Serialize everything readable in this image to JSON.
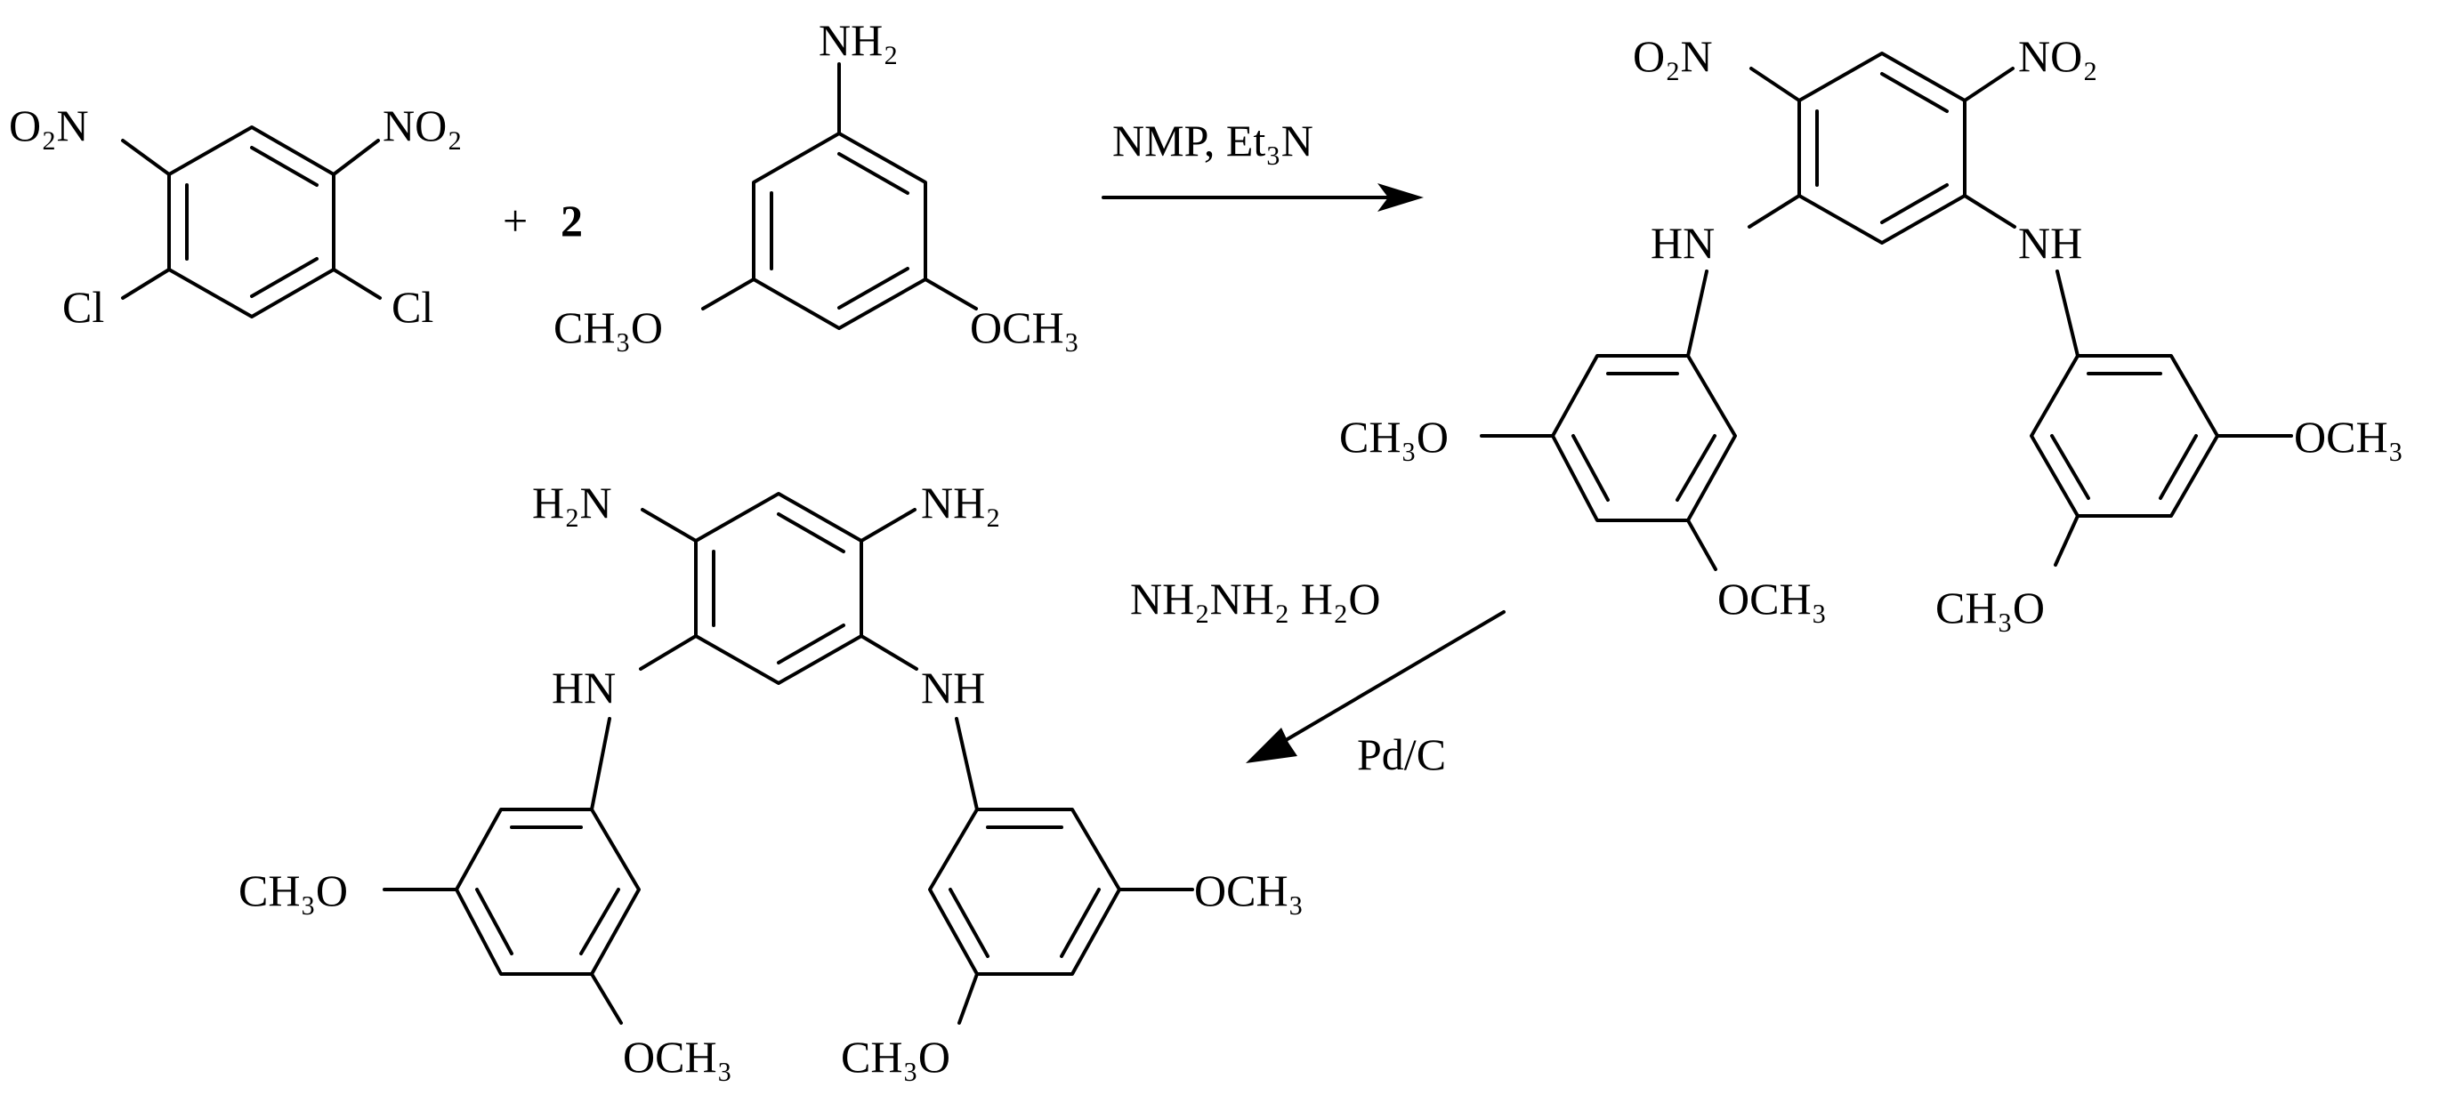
{
  "reactant1": {
    "no2_left": "O₂N",
    "no2_right": "NO₂",
    "cl_left": "Cl",
    "cl_right": "Cl"
  },
  "plus": "+",
  "coefficient": "2",
  "reactant2": {
    "nh2": "NH₂",
    "och3_left": "CH₃O",
    "och3_right": "OCH₃"
  },
  "step1": {
    "reagents": "NMP, Et₃N"
  },
  "intermediate": {
    "no2_left": "O₂N",
    "no2_right": "NO₂",
    "nh_left": "HN",
    "nh_right": "NH",
    "la_och3_left": "CH₃O",
    "la_och3_bottom": "OCH₃",
    "ra_och3_right": "OCH₃",
    "ra_och3_bottom": "CH₃O"
  },
  "step2": {
    "reagents_top": "NH₂NH₂ H₂O",
    "reagents_bottom": "Pd/C"
  },
  "product": {
    "nh2_left": "H₂N",
    "nh2_right": "NH₂",
    "nh_left": "HN",
    "nh_right": "NH",
    "la_och3_left": "CH₃O",
    "la_och3_bottom": "OCH₃",
    "ra_och3_right": "OCH₃",
    "ra_och3_bottom": "CH₃O"
  }
}
